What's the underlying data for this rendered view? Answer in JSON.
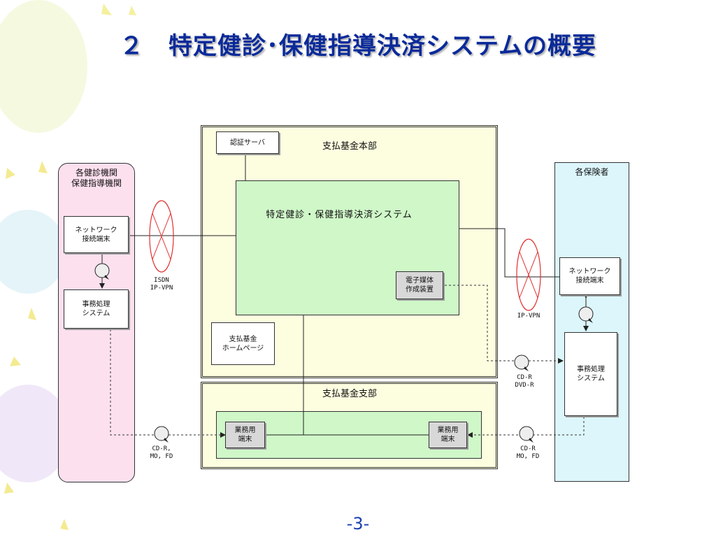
{
  "title": "２　特定健診･保健指導決済システムの概要",
  "page_number": "-3-",
  "left_org": {
    "label": "各健診機関\n保健指導機関",
    "network_terminal": "ネットワーク\n接続端末",
    "office_system": "事務処理\nシステム"
  },
  "hq": {
    "label": "支払基金本部",
    "auth_server": "認証サーバ",
    "main_system": "特定健診・保健指導決済システム",
    "media_device": "電子媒体\n作成装置",
    "homepage": "支払基金\nホームページ"
  },
  "branch": {
    "label": "支払基金支部",
    "terminal_left": "業務用\n端末",
    "terminal_right": "業務用\n端末"
  },
  "right_org": {
    "label": "各保険者",
    "network_terminal": "ネットワーク\n接続端末",
    "office_system": "事務処理\nシステム"
  },
  "connections": {
    "left_network": "ISDN\nIP-VPN",
    "right_network": "IP-VPN",
    "media_hq_to_insurer": "CD-R\nDVD-R",
    "media_left": "CD-R,\nMO, FD",
    "media_right": "CD-R\nMO, FD"
  },
  "colors": {
    "title": "#0a2a9a",
    "left_org_fill": "#fde0ee",
    "hq_fill": "#fdfde0",
    "system_fill": "#cff7c8",
    "right_org_fill": "#dcf6fb",
    "network_ellipse": "#e03030"
  }
}
